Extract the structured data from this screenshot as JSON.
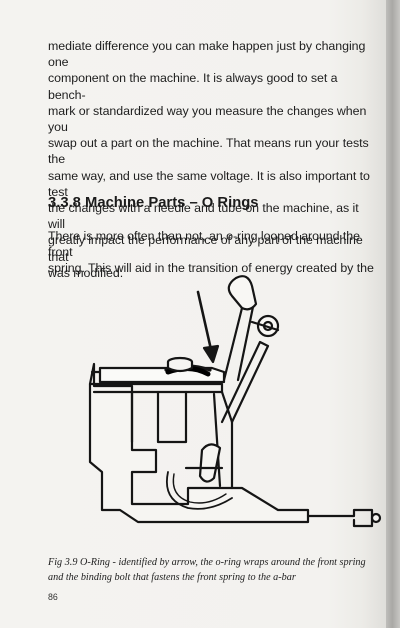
{
  "paragraphs": {
    "intro": "mediate difference you can make happen just by changing one\ncomponent on the machine. It is always good to set a bench-\nmark or standardized way you measure the changes when you\nswap out a part on the machine. That means run your tests the\nsame way, and use the same voltage. It is also important to test\nthe changes with a needle and tube on the machine, as it will\ngreatly impact the performance of any part of the machine that\nwas modified.",
    "section": "There is more often than not, an o-ring looped around the front\nspring. This will aid in the transition of energy created by the"
  },
  "section": {
    "title": "3.3.8 Machine Parts – O Rings"
  },
  "figure": {
    "caption_label": "Fig 3.9 O-Ring",
    "caption_text": " - identified by arrow, the o-ring wraps around the front spring\nand the binding bolt that fastens the front spring to the a-bar"
  },
  "page": {
    "number": "86"
  }
}
